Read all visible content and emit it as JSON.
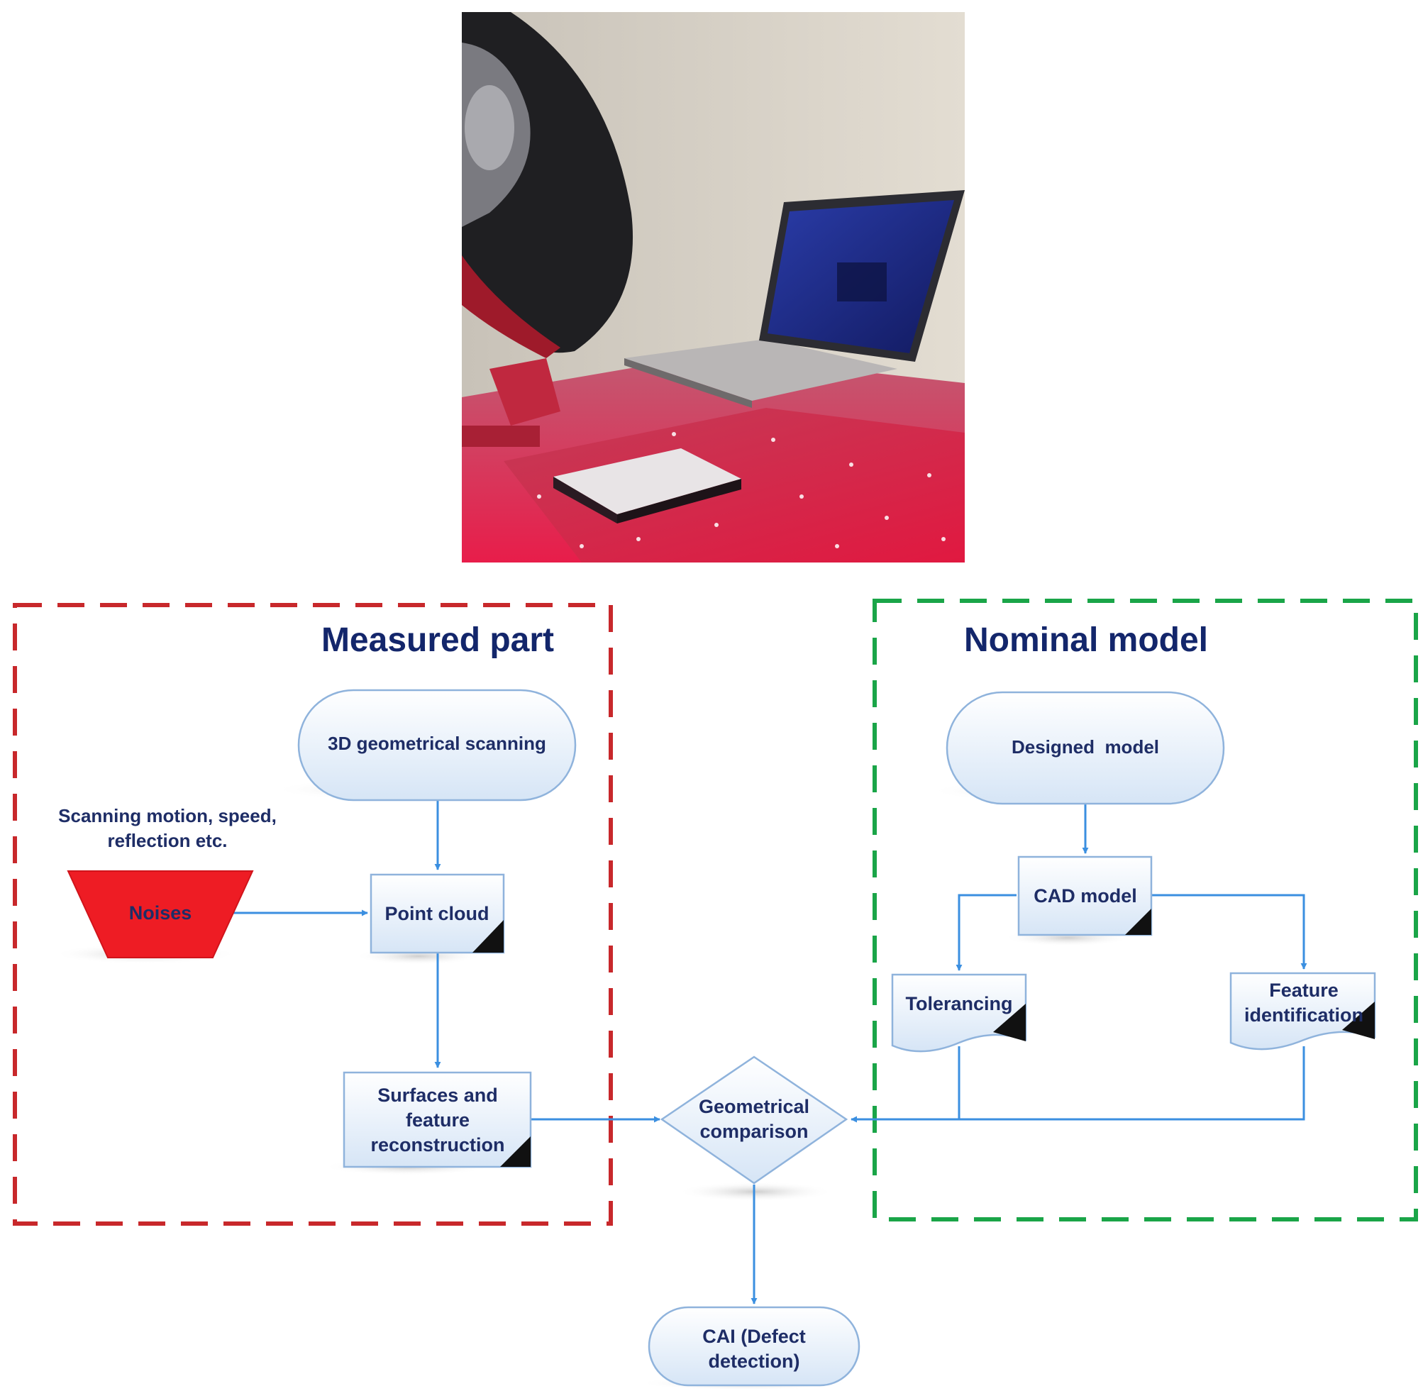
{
  "photo": {
    "description_icon": "laser-scanner-photo"
  },
  "groups": {
    "measured": {
      "title": "Measured part",
      "color": "#c8282b"
    },
    "nominal": {
      "title": "Nominal model",
      "color": "#1aa548"
    }
  },
  "nodes": {
    "scanning": "3D geometrical scanning",
    "noise_note_1": "Scanning motion, speed,",
    "noise_note_2": "reflection etc.",
    "noises": "Noises",
    "point_cloud": "Point cloud",
    "surfaces_1": "Surfaces and",
    "surfaces_2": "feature",
    "surfaces_3": "reconstruction",
    "comparison_1": "Geometrical",
    "comparison_2": "comparison",
    "cai_1": "CAI (Defect",
    "cai_2": "detection)",
    "designed": "Designed  model",
    "cad": "CAD model",
    "tolerancing": "Tolerancing",
    "feature_1": "Feature",
    "feature_2": "identification"
  },
  "colors": {
    "node_text": "#1e2d66",
    "arrow": "#3b8fe0",
    "node_fill_top": "#ffffff",
    "node_fill_bottom": "#dbe8f7",
    "node_stroke": "#8fb3dc",
    "noises_fill": "#ee1c24"
  }
}
